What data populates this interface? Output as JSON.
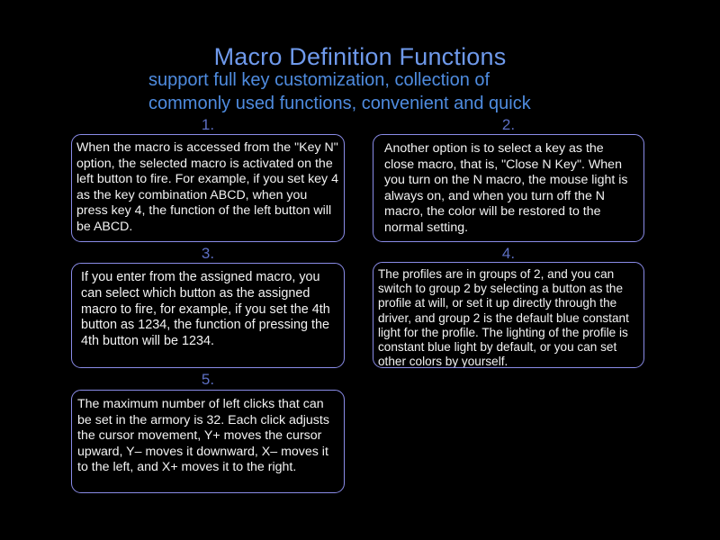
{
  "header": {
    "title": "Macro Definition Functions",
    "subtitle": "support full key customization, collection of commonly used functions, convenient and quick"
  },
  "panels": [
    {
      "number": "1.",
      "body": "When the macro is accessed from the \"Key N\" option, the selected macro is activated on the left button to fire. For example, if you set key 4 as the key combination ABCD, when you press key 4, the function of the left button will be ABCD."
    },
    {
      "number": "2.",
      "body": "Another option is to select a key as the close macro, that is, \"Close N Key\". When you turn on the N macro, the mouse light is always on, and when you turn off the N macro, the color will be restored to the normal setting."
    },
    {
      "number": "3.",
      "body": "If you enter from the assigned macro, you can select which button as the assigned macro to fire, for example, if you set the 4th button as 1234, the function of pressing the 4th button will be 1234."
    },
    {
      "number": "4.",
      "body": "The profiles are in groups of 2, and you can switch to group 2 by selecting a button as the profile at will, or set it up directly through the driver, and group 2 is the default blue constant light for the profile. The lighting of the profile is constant blue light by default, or you can set other colors by yourself."
    },
    {
      "number": "5.",
      "body": "The maximum number of left clicks that can be set in the armory is 32. Each click adjusts the cursor movement, Y+ moves the cursor upward, Y– moves it downward, X– moves it to the left, and X+ moves it to the right."
    }
  ],
  "colors": {
    "background": "#000000",
    "title": "#6f9aec",
    "subtitle": "#4f8ce0",
    "panel_border": "#8a8ce8",
    "panel_text": "#f3f3f3",
    "number_label": "#5d6fc4"
  }
}
